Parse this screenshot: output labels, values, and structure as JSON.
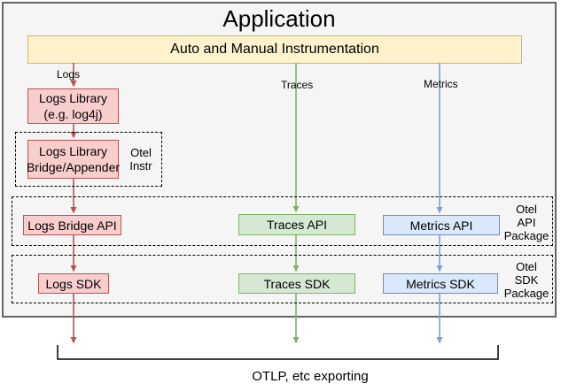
{
  "app": {
    "title": "Application"
  },
  "instrumentation": {
    "label": "Auto and Manual Instrumentation"
  },
  "flows": {
    "logs": {
      "label": "Logs",
      "color": "#b85450"
    },
    "traces": {
      "label": "Traces",
      "color": "#82b366"
    },
    "metrics": {
      "label": "Metrics",
      "color": "#7e9fd9"
    }
  },
  "nodes": {
    "logs_library": {
      "lines": [
        "Logs Library",
        "(e.g. log4j)"
      ]
    },
    "logs_bridge_appender": {
      "lines": [
        "Logs Library",
        "Bridge/Appender"
      ]
    },
    "logs_bridge_api": {
      "label": "Logs Bridge API"
    },
    "traces_api": {
      "label": "Traces API"
    },
    "metrics_api": {
      "label": "Metrics API"
    },
    "logs_sdk": {
      "label": "Logs SDK"
    },
    "traces_sdk": {
      "label": "Traces SDK"
    },
    "metrics_sdk": {
      "label": "Metrics SDK"
    }
  },
  "groups": {
    "otel_instr": {
      "lines": [
        "Otel",
        "Instr"
      ]
    },
    "otel_api_package": {
      "lines": [
        "Otel",
        "API",
        "Package"
      ]
    },
    "otel_sdk_package": {
      "lines": [
        "Otel",
        "SDK",
        "Package"
      ]
    }
  },
  "footer": {
    "label": "OTLP, etc exporting"
  },
  "colors": {
    "app_background": "#f5f5f5",
    "app_border": "#666666",
    "instrumentation_fill": "#fff2cc",
    "instrumentation_border": "#d6b656",
    "logs_fill": "#f8cecc",
    "logs_border": "#b85450",
    "traces_fill": "#d5e8d4",
    "traces_border": "#82b366",
    "metrics_fill": "#dae8fc",
    "metrics_border": "#6c8ebf"
  }
}
